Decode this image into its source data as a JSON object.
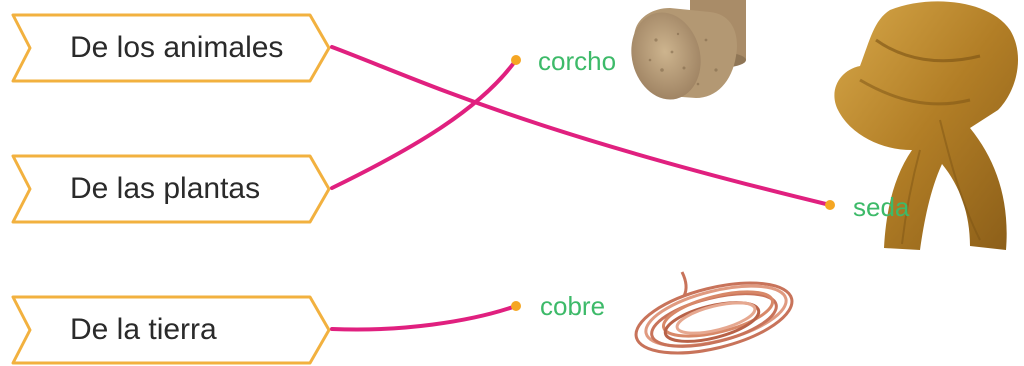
{
  "sources": [
    {
      "id": "animales",
      "label": "De los animales"
    },
    {
      "id": "plantas",
      "label": "De las plantas"
    },
    {
      "id": "tierra",
      "label": "De la tierra"
    }
  ],
  "materials": [
    {
      "id": "corcho",
      "label": "corcho"
    },
    {
      "id": "seda",
      "label": "seda"
    },
    {
      "id": "cobre",
      "label": "cobre"
    }
  ],
  "colors": {
    "box_border": "#f2b13f",
    "line": "#e0207f",
    "dot": "#f5a623",
    "material_text": "#3dba69"
  },
  "icons": [
    "cork-image",
    "silk-scarf-image",
    "copper-wire-image"
  ]
}
